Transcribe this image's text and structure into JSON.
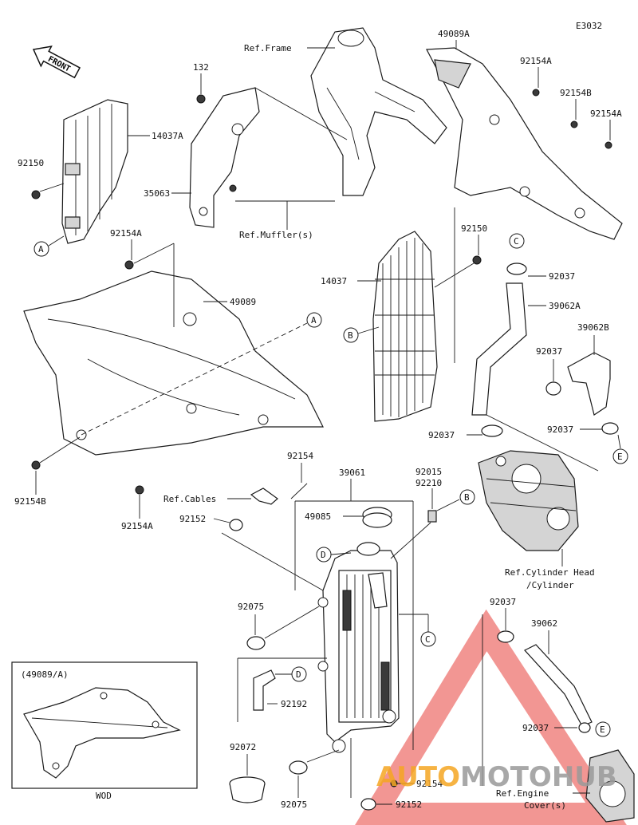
{
  "diagram_code": "E3032",
  "front_label": "FRONT",
  "labels": {
    "p132": "132",
    "p14037A": "14037A",
    "p92150_a": "92150",
    "p35063": "35063",
    "refFrame": "Ref.Frame",
    "refMuffler": "Ref.Muffler(s)",
    "p49089A": "49089A",
    "p92154A_a": "92154A",
    "p92154B_a": "92154B",
    "p92154A_b": "92154A",
    "p92154A_c": "92154A",
    "p49089": "49089",
    "p92150_b": "92150",
    "p14037": "14037",
    "p92037_a": "92037",
    "p39062A": "39062A",
    "p39062B": "39062B",
    "p92037_b": "92037",
    "p92037_c": "92037",
    "p92037_d": "92037",
    "p92154B_b": "92154B",
    "p92154A_d": "92154A",
    "p92154_a": "92154",
    "refCables": "Ref.Cables",
    "p92152_a": "92152",
    "p39061": "39061",
    "p92015": "92015",
    "p92210": "92210",
    "p49085": "49085",
    "refCylHead1": "Ref.Cylinder Head",
    "refCylHead2": "/Cylinder",
    "p92075_a": "92075",
    "p92192": "92192",
    "p92072": "92072",
    "p92075_b": "92075",
    "p92037_e": "92037",
    "p39062": "39062",
    "p92037_f": "92037",
    "p92154_b": "92154",
    "p92152_b": "92152",
    "refEngine1": "Ref.Engine",
    "refEngine2": "Cover(s)",
    "inset_title": "(49089/A)",
    "inset_caption": "WOD"
  },
  "callouts": {
    "A": "A",
    "B": "B",
    "C": "C",
    "D": "D",
    "E": "E"
  },
  "watermark": {
    "part1": "AUTO",
    "part2": "MOTO",
    "part3": "HUB",
    "color_orange": "#f5a623",
    "color_gray": "#9a9a9a",
    "color_red": "#e8403a"
  }
}
